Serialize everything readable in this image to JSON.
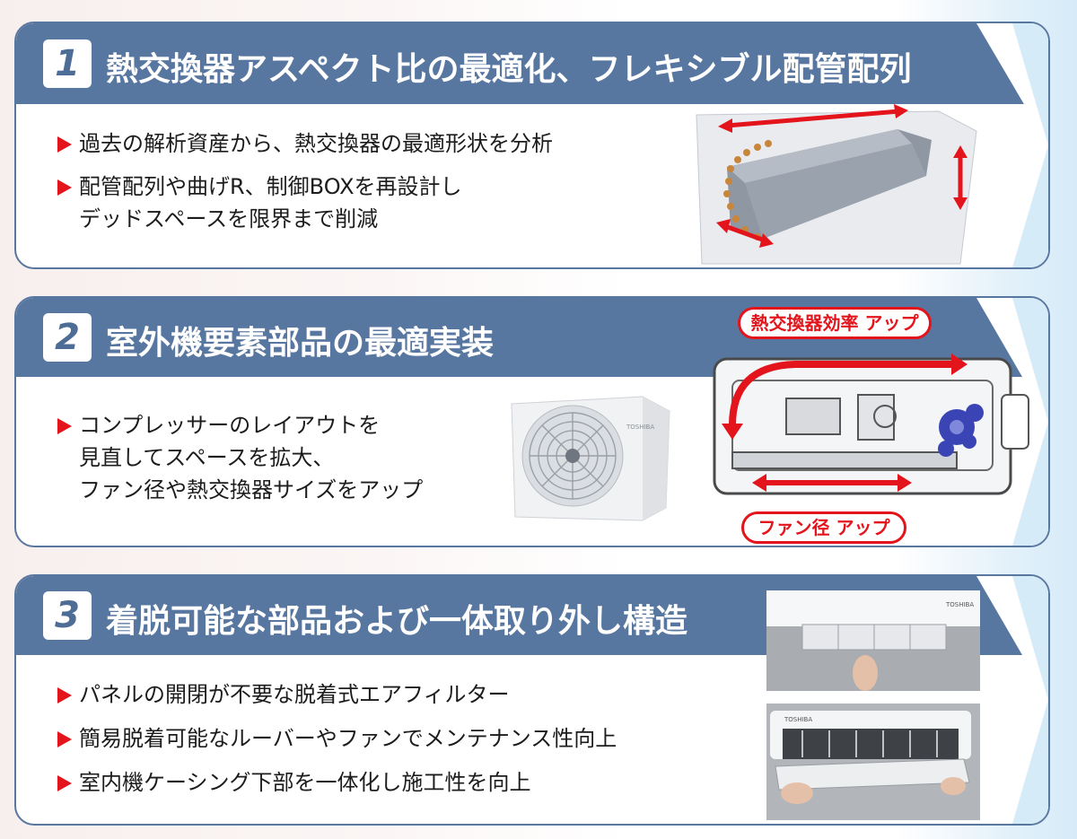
{
  "sections": [
    {
      "number": "1",
      "title": "熱交換器アスペクト比の最適化、フレキシブル配管配列",
      "bullets": [
        [
          "過去の解析資産から、熱交換器の最適形状を分析"
        ],
        [
          "配管配列や曲げR、制御BOXを再設計し",
          "デッドスペースを限界まで削減"
        ]
      ]
    },
    {
      "number": "2",
      "title": "室外機要素部品の最適実装",
      "bullets": [
        [
          "コンプレッサーのレイアウトを",
          "見直してスペースを拡大、",
          "ファン径や熱交換器サイズをアップ"
        ]
      ],
      "labels": {
        "heat_exchanger": "熱交換器効率 アップ",
        "fan": "ファン径 アップ"
      }
    },
    {
      "number": "3",
      "title": "着脱可能な部品および一体取り外し構造",
      "bullets": [
        [
          "パネルの開閉が不要な脱着式エアフィルター"
        ],
        [
          "簡易脱着可能なルーバーやファンでメンテナンス性向上"
        ],
        [
          "室内機ケーシング下部を一体化し施工性を向上"
        ]
      ]
    }
  ],
  "brand": "TOSHIBA",
  "colors": {
    "accent": "#5877a0",
    "red": "#e3141b"
  },
  "icons": [
    "triangle-bullet-icon",
    "double-arrow-icon"
  ]
}
